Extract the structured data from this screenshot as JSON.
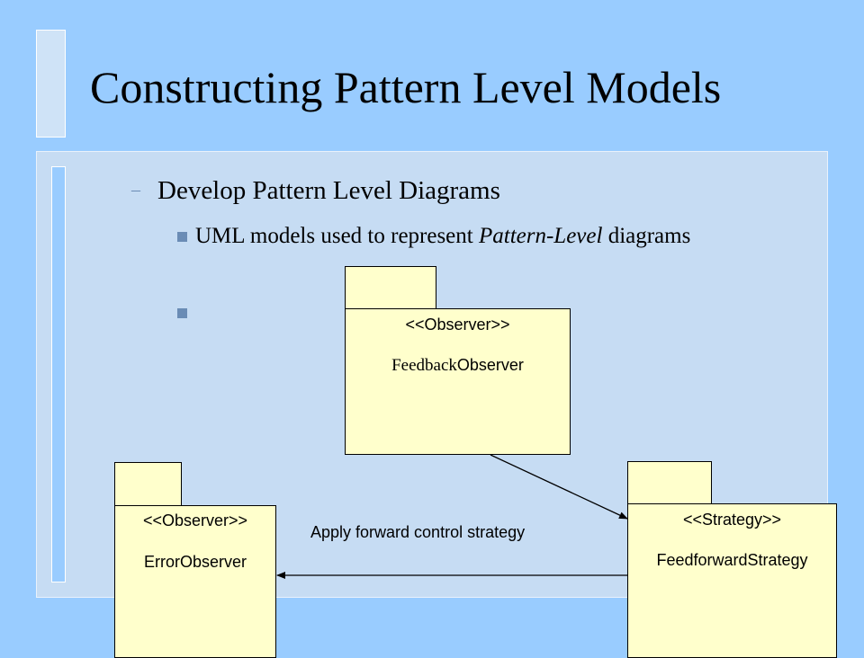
{
  "slide": {
    "title": "Constructing Pattern Level Models",
    "bullet_l1": "Develop Pattern Level Diagrams",
    "bullet_l2_a_pre": "UML models used to represent ",
    "bullet_l2_a_em": "Pattern-Level",
    "bullet_l2_a_post": " diagrams",
    "bullet_l2_b": ""
  },
  "diagram": {
    "packages": [
      {
        "stereotype": "<<Observer>>",
        "name_prefix": "Feedback",
        "name_suffix": "Observer"
      },
      {
        "stereotype": "<<Observer>>",
        "name": "ErrorObserver"
      },
      {
        "stereotype": "<<Strategy>>",
        "name": "FeedforwardStrategy"
      }
    ],
    "association_label": "Apply forward control strategy"
  }
}
